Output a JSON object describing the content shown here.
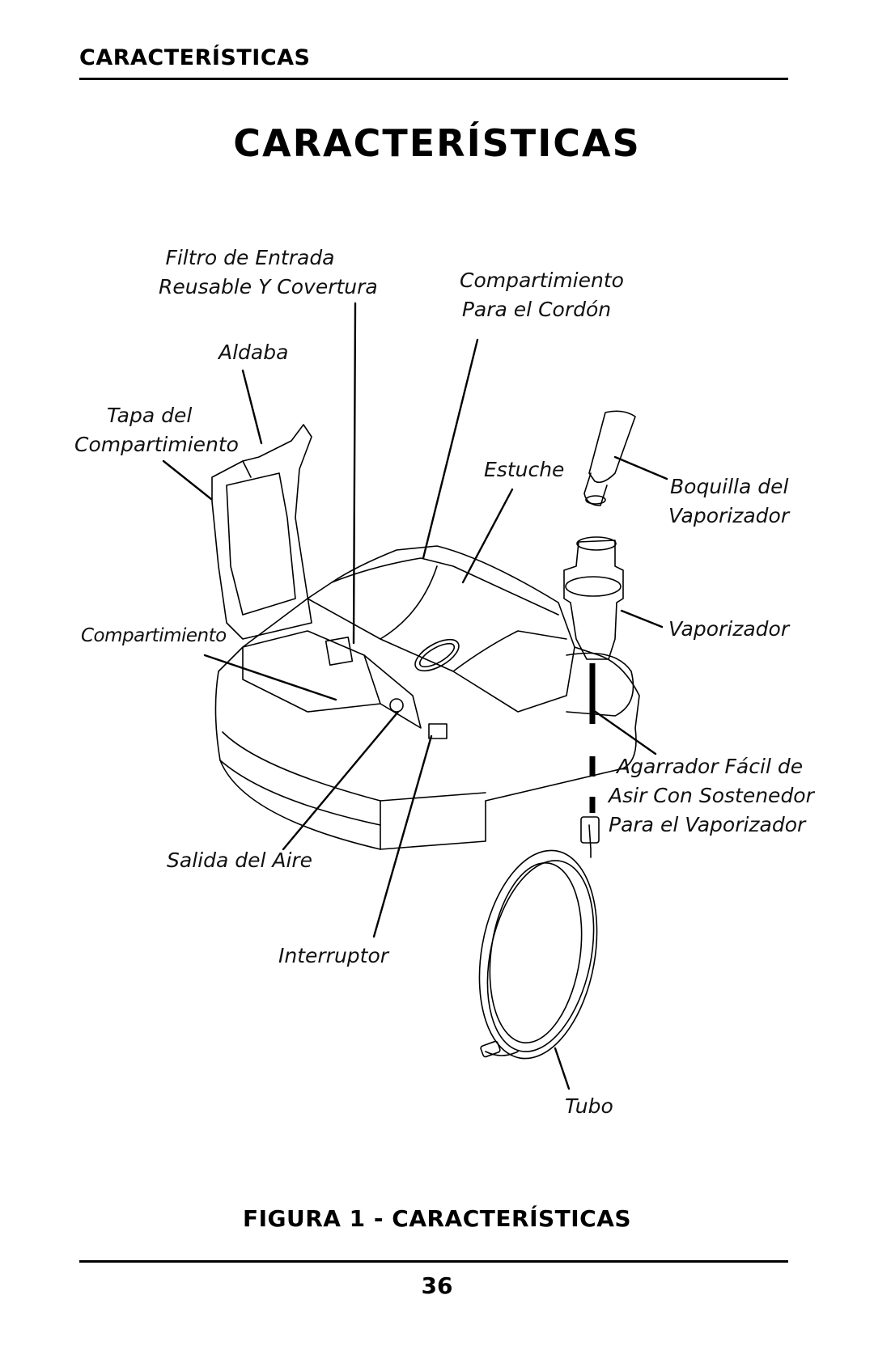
{
  "header": {
    "section_title": "CARACTERÍSTICAS"
  },
  "page_title": "CARACTERÍSTICAS",
  "labels": {
    "filtro_1": "Filtro de Entrada",
    "filtro_2": "Reusable Y Covertura",
    "cordon_1": "Compartimiento",
    "cordon_2": "Para el Cordón",
    "aldaba": "Aldaba",
    "tapa_1": "Tapa del",
    "tapa_2": "Compartimiento",
    "estuche": "Estuche",
    "boquilla_1": "Boquilla del",
    "boquilla_2": "Vaporizador",
    "compartimiento": "Compartimiento",
    "vaporizador": "Vaporizador",
    "agarrador_1": "Agarrador Fácil de",
    "agarrador_2": "Asir Con Sostenedor",
    "agarrador_3": "Para el Vaporizador",
    "salida": "Salida del Aire",
    "interruptor": "Interruptor",
    "tubo": "Tubo"
  },
  "caption": "FIGURA 1 - CARACTERÍSTICAS",
  "page_number": "36"
}
